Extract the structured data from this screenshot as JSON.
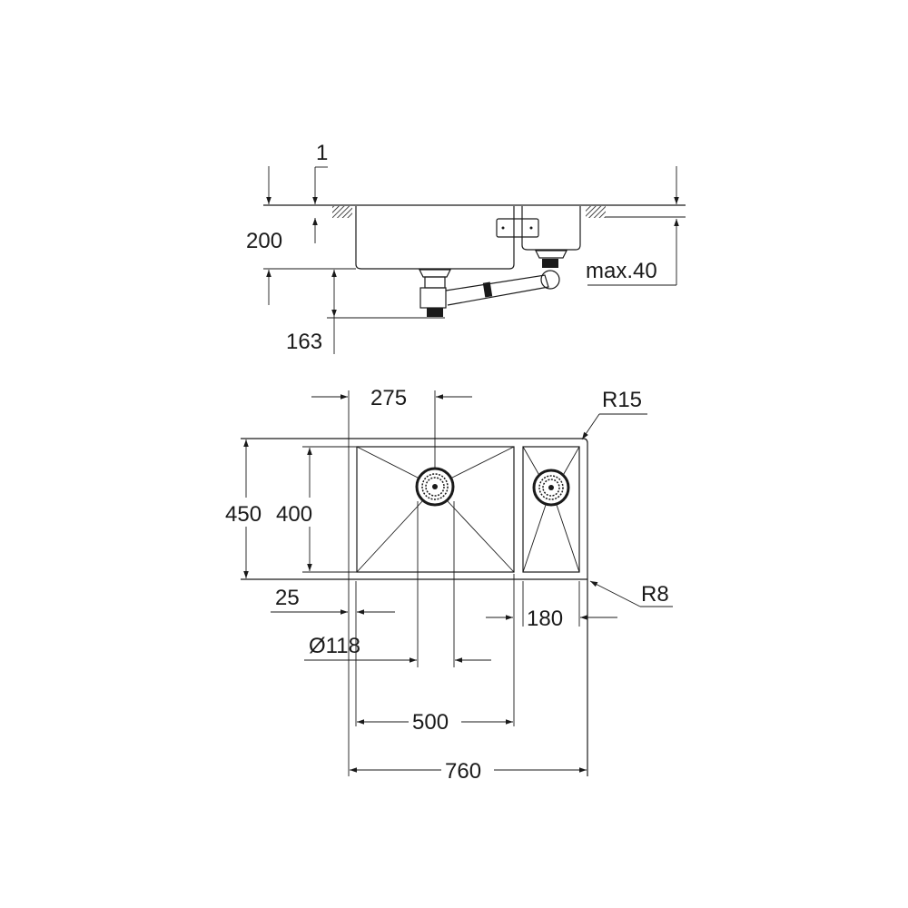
{
  "diagram": {
    "side_view": {
      "dim_thickness": "1",
      "dim_depth": "200",
      "dim_drain": "163",
      "dim_max_mount": "max.40"
    },
    "top_view": {
      "dim_drain_offset": "275",
      "dim_corner_outer": "R15",
      "dim_outer_width": "450",
      "dim_inner_width": "400",
      "dim_rim": "25",
      "dim_small_bowl": "180",
      "dim_corner_inner": "R8",
      "dim_drain_diameter": "Ø118",
      "dim_main_bowl": "500",
      "dim_total": "760"
    },
    "line_color": "#1a1a1a"
  }
}
